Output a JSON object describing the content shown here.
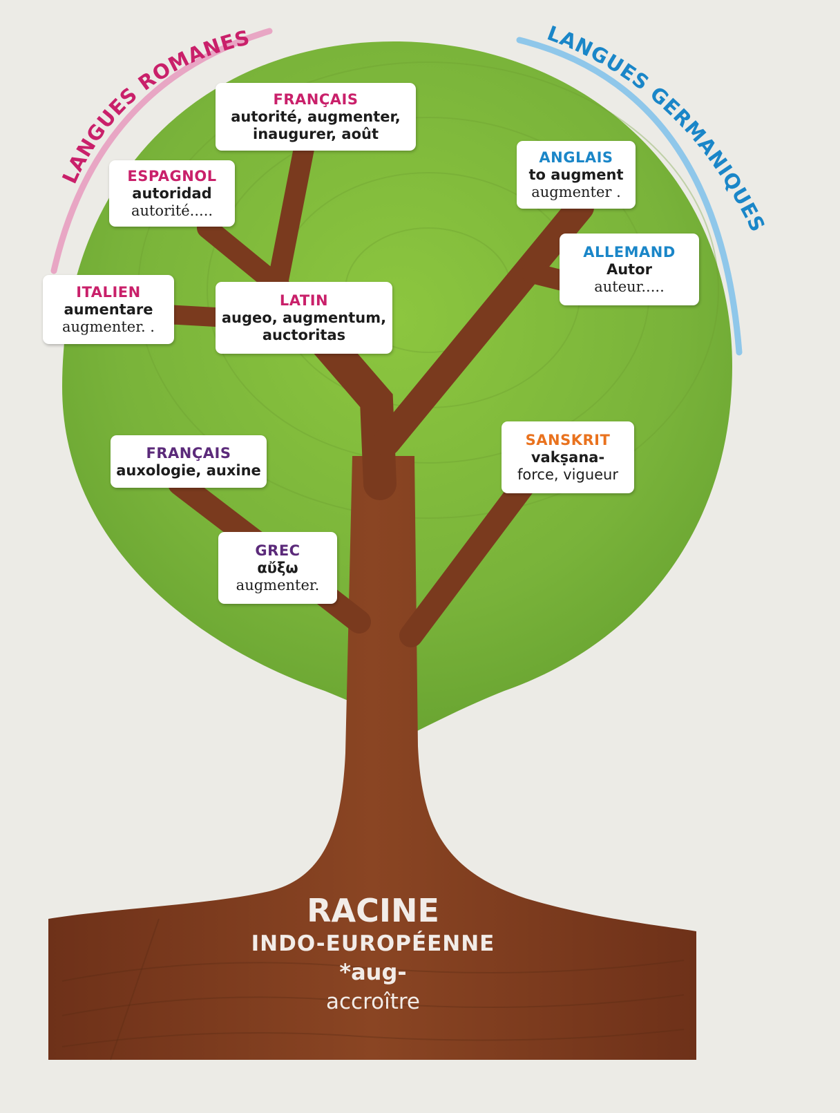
{
  "colors": {
    "background": "#ecebe6",
    "canopy": "#7fb83a",
    "trunk": "#7a3a1e",
    "romance_arc": "#e8a6c4",
    "germanic_arc": "#8fc7ea",
    "romance_text": "#c9206a",
    "germanic_text": "#1a86c8",
    "greek_text": "#5b2a7a",
    "sanskrit_text": "#e9721e"
  },
  "groups": {
    "romance": "LANGUES ROMANES",
    "germanic": "LANGUES GERMANIQUES"
  },
  "nodes": {
    "francais_top": {
      "lang": "FRANÇAIS",
      "words": "autorité, augmenter,",
      "words2": "inaugurer, août"
    },
    "espagnol": {
      "lang": "ESPAGNOL",
      "words": "autoridad",
      "note": "autorité....."
    },
    "italien": {
      "lang": "ITALIEN",
      "words": "aumentare",
      "note": "augmenter. ."
    },
    "latin": {
      "lang": "LATIN",
      "words": "augeo, augmentum,",
      "words2": "auctoritas"
    },
    "anglais": {
      "lang": "ANGLAIS",
      "words": "to augment",
      "note": "augmenter ."
    },
    "allemand": {
      "lang": "ALLEMAND",
      "words": "Autor",
      "note": "auteur....."
    },
    "francais_greek": {
      "lang": "FRANÇAIS",
      "words": "auxologie, auxine"
    },
    "grec": {
      "lang": "GREC",
      "words": "αὔξω",
      "note": "augmenter."
    },
    "sanskrit": {
      "lang": "SANSKRIT",
      "words": "vakṣana-",
      "note": "force, vigueur"
    }
  },
  "root": {
    "title": "RACINE",
    "subtitle": "INDO-EUROPÉENNE",
    "form": "*aug-",
    "meaning": "accroître"
  }
}
